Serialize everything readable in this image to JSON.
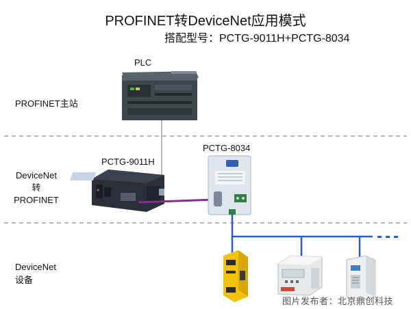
{
  "diagram": {
    "title": "PROFINET转DeviceNet应用模式",
    "subtitle": "搭配型号：PCTG-9011H+PCTG-8034",
    "plc_label": "PLC",
    "zones": [
      {
        "lines": [
          "PROFINET主站"
        ]
      },
      {
        "lines": [
          "DeviceNet",
          "转",
          "PROFINET"
        ]
      },
      {
        "lines": [
          "DeviceNet",
          "设备"
        ]
      }
    ],
    "gateway_label": "PCTG-9011H",
    "adapter_label": "PCTG-8034",
    "credit": "图片发布者：北京鼎创科技"
  },
  "colors": {
    "divider": "#8c8c8c",
    "bus": "#1f5fd6",
    "cable_purple": "#8a2a96",
    "plc_body": "#3d474c",
    "gateway_body": "#2b2f38",
    "adapter_body": "#dfe5ec",
    "device_yellow": "#f2c20a",
    "device_gray": "#e6e8ea"
  },
  "icons": [
    "plc-device-icon",
    "gateway-device-icon",
    "adapter-device-icon",
    "safety-relay-icon",
    "controller-unit-icon",
    "servo-drive-icon"
  ]
}
